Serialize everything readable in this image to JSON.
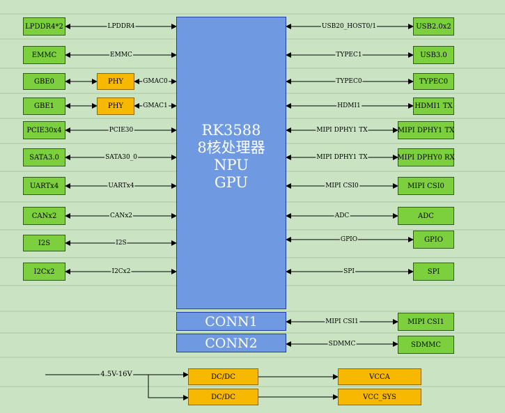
{
  "processor": {
    "lines": [
      "RK3588",
      "8核处理器",
      "NPU",
      "GPU"
    ],
    "conn1": "CONN1",
    "conn2": "CONN2"
  },
  "left": {
    "lpddr": {
      "box": "LPDDR4*2",
      "link": "LPDDR4"
    },
    "emmc": {
      "box": "EMMC",
      "link": "EMMC"
    },
    "gbe0": {
      "box": "GBE0",
      "phy": "PHY",
      "link": "GMAC0"
    },
    "gbe1": {
      "box": "GBE1",
      "phy": "PHY",
      "link": "GMAC1"
    },
    "pcie": {
      "box": "PCIE30x4",
      "link": "PCIE30"
    },
    "sata": {
      "box": "SATA3.0",
      "link": "SATA30_0"
    },
    "uart": {
      "box": "UARTx4",
      "link": "UARTx4"
    },
    "can": {
      "box": "CANx2",
      "link": "CANx2"
    },
    "i2s": {
      "box": "I2S",
      "link": "I2S"
    },
    "i2c": {
      "box": "I2Cx2",
      "link": "I2Cx2"
    }
  },
  "right": {
    "usb2": {
      "box": "USB2.0x2",
      "link": "USB20_HOST0/1"
    },
    "usb3": {
      "box": "USB3.0",
      "link": "TYPEC1"
    },
    "typec0": {
      "box": "TYPEC0",
      "link": "TYPEC0"
    },
    "hdmi": {
      "box": "HDMI1 TX",
      "link": "HDMI1"
    },
    "dphy1": {
      "box": "MIPI DPHY1 TX",
      "link": "MIPI DPHY1 TX"
    },
    "dphy0": {
      "box": "MIPI DPHY0 RX",
      "link": "MIPI DPHY1 TX"
    },
    "csi0": {
      "box": "MIPI CSI0",
      "link": "MIPI CSI0"
    },
    "adc": {
      "box": "ADC",
      "link": "ADC"
    },
    "gpio": {
      "box": "GPIO",
      "link": "GPIO"
    },
    "spi": {
      "box": "SPI",
      "link": "SPI"
    },
    "csi1": {
      "box": "MIPI CSI1",
      "link": "MIPI CSI1"
    },
    "sdmmc": {
      "box": "SDMMC",
      "link": "SDMMC"
    }
  },
  "power": {
    "input": "4.5V-16V",
    "dcdc1": "DC/DC",
    "dcdc2": "DC/DC",
    "out1": "VCCA",
    "out2": "VCC_SYS"
  }
}
